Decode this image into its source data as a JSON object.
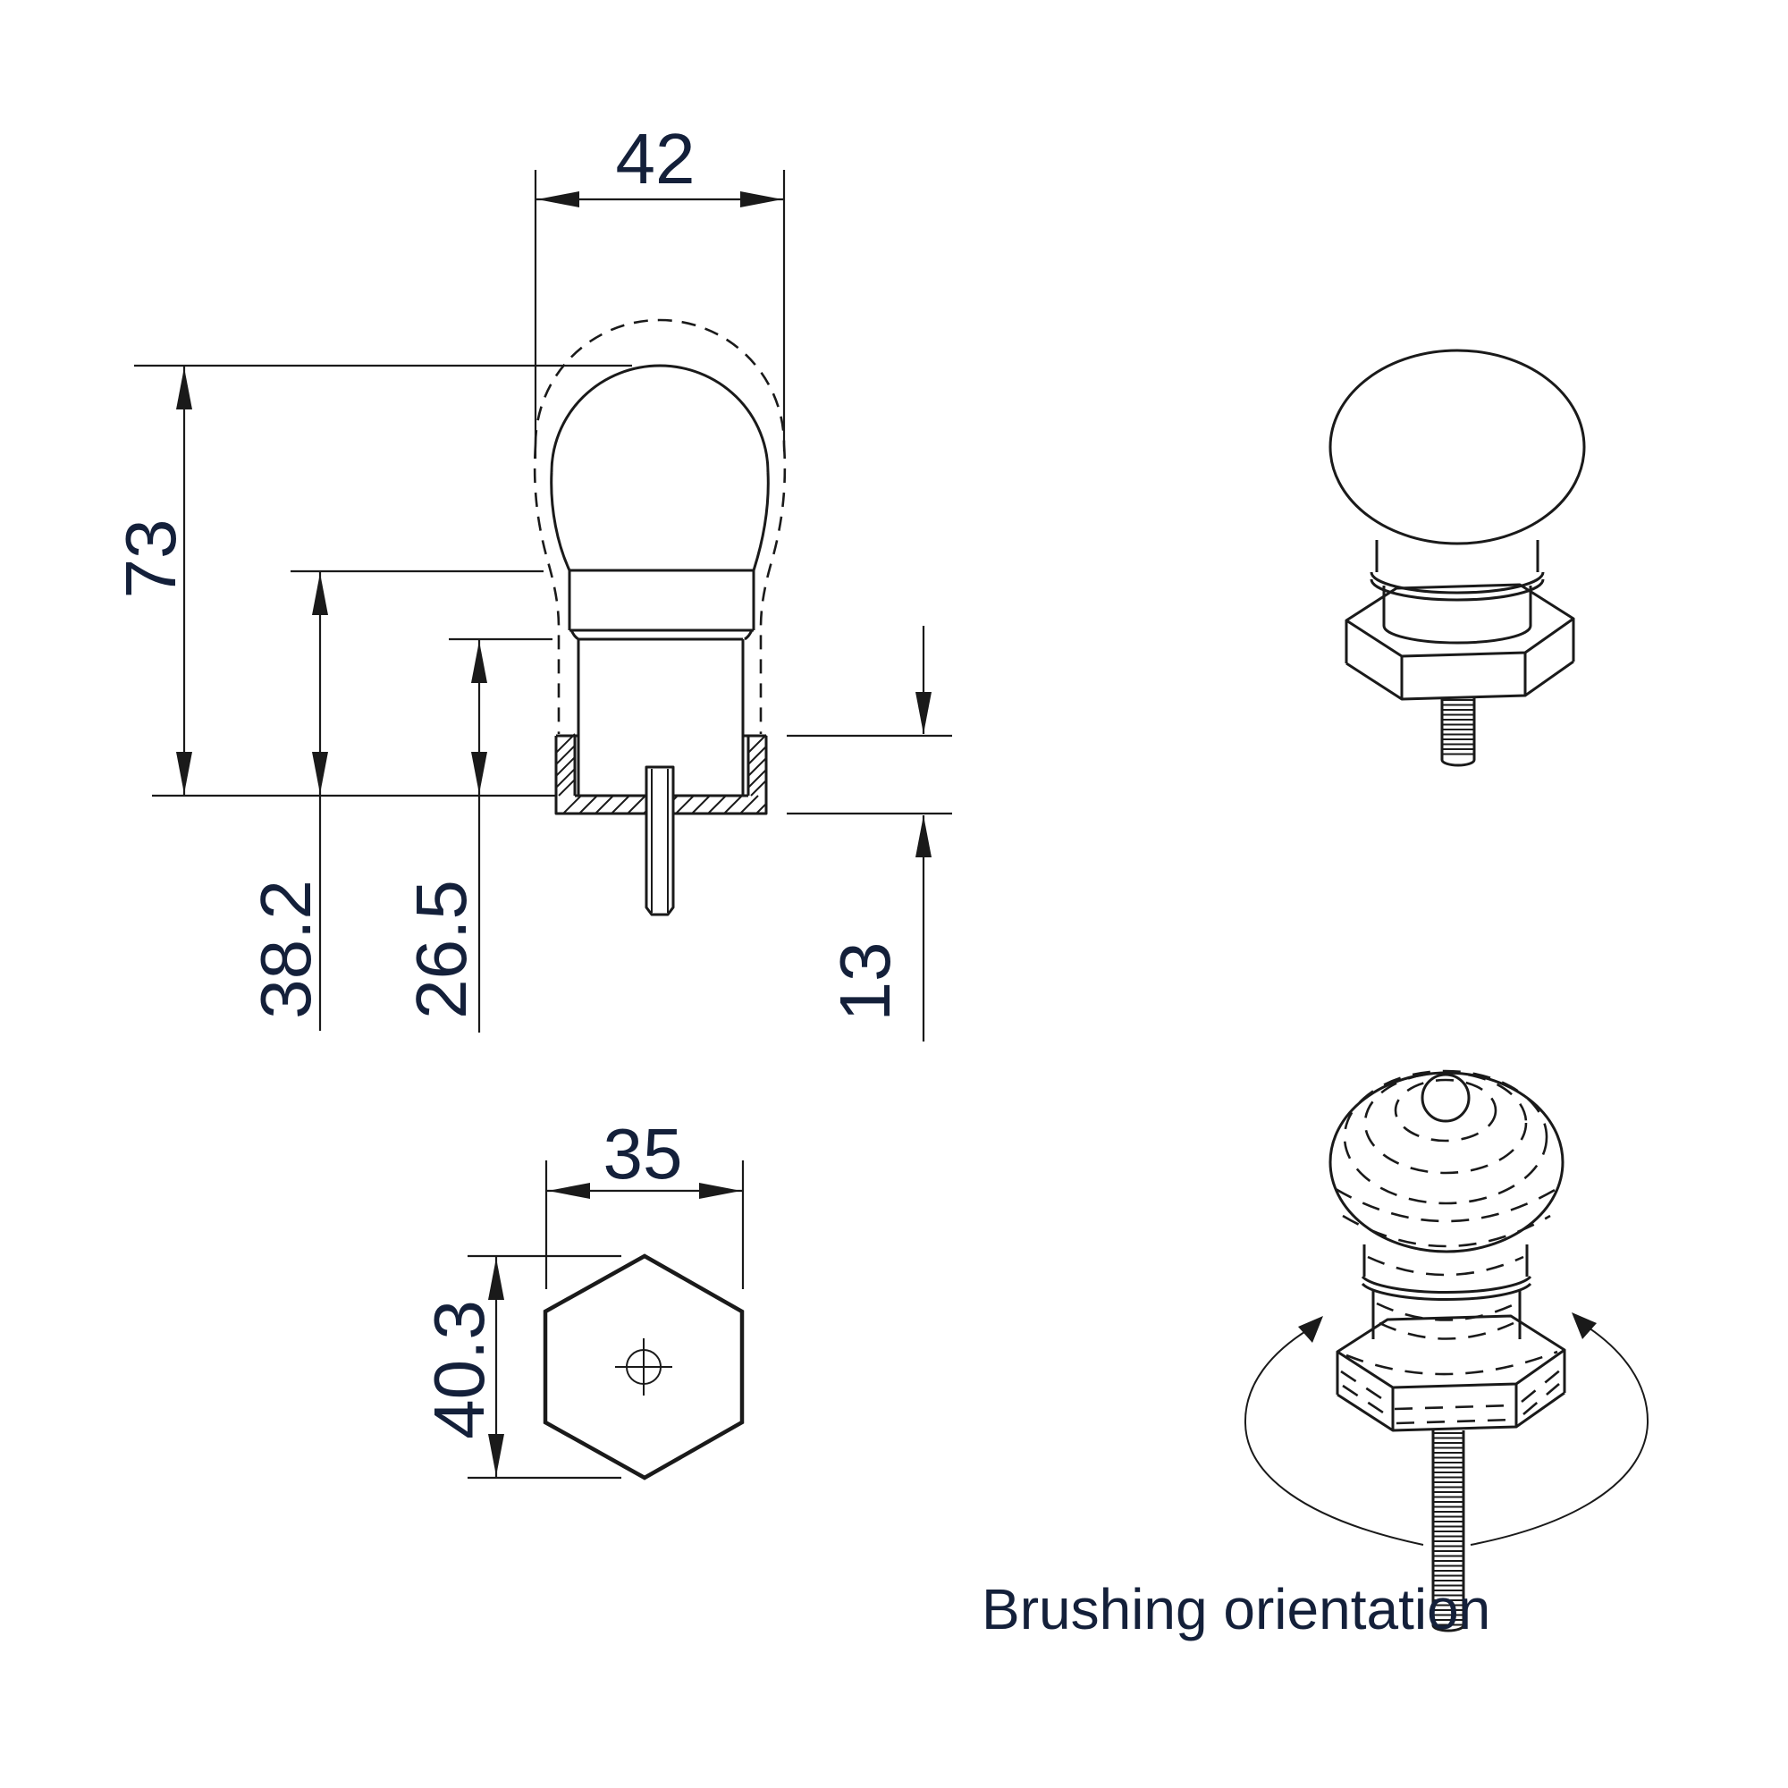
{
  "drawing": {
    "background": "#ffffff",
    "line_color": "#1a1a1a",
    "text_color": "#14203a",
    "note": "Brushing orientation"
  },
  "front_view": {
    "ball_brushed_diameter": "42",
    "overall_height": "73",
    "under_ball_height": "38.2",
    "cylinder_height": "26.5",
    "nut_thickness": "13"
  },
  "bottom_view": {
    "hex_across_flats": "35",
    "hex_across_corners": "40.3"
  }
}
